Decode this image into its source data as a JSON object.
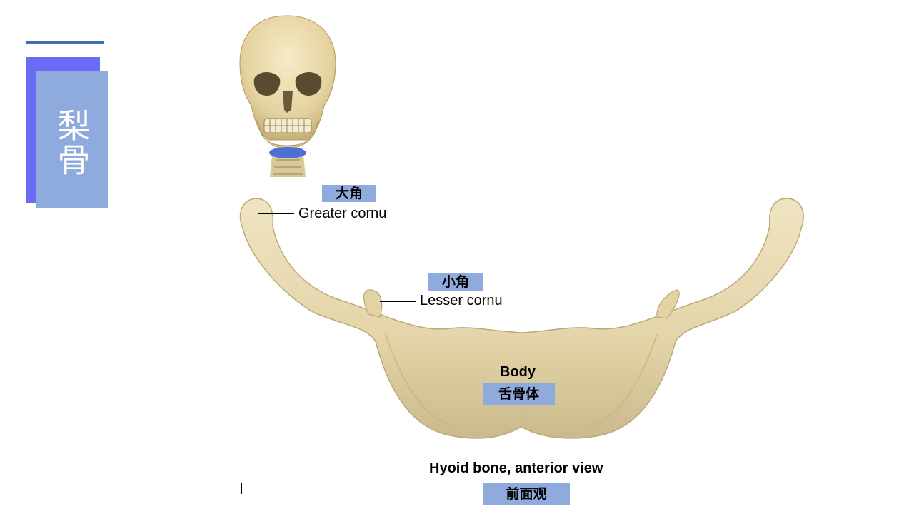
{
  "slide": {
    "title": "梨骨"
  },
  "figure": {
    "labels": {
      "greater_cornu_cn": "大角",
      "greater_cornu_en": "Greater cornu",
      "lesser_cornu_cn": "小角",
      "lesser_cornu_en": "Lesser cornu",
      "body_en": "Body",
      "body_cn": "舌骨体",
      "caption_en": "Hyoid bone, anterior view",
      "caption_cn": "前面观"
    },
    "colors": {
      "bone_fill": "#e8dcb6",
      "bone_shadow": "#c9b98c",
      "label_box": "#8faadc",
      "title_panel": "#8faadc",
      "title_shadow": "#6a6cf4",
      "rule": "#3e6fb0"
    }
  }
}
